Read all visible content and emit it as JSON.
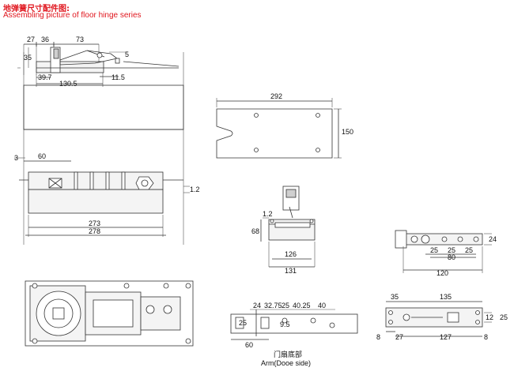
{
  "header": {
    "title_cn": "地弹簧尺寸配件图:",
    "title_en": "Assembling picture of floor hinge series"
  },
  "side_view": {
    "dims": [
      "27",
      "36",
      "73",
      "35",
      "5",
      "39.7",
      "11.5",
      "130.5"
    ]
  },
  "front_view": {
    "dims": [
      "3",
      "60",
      "1.2",
      "273",
      "278"
    ]
  },
  "cover_plate": {
    "dims": [
      "292",
      "150"
    ]
  },
  "spindle_detail": {
    "dims": [
      "1.2",
      "68",
      "126",
      "131"
    ]
  },
  "arm_top": {
    "dims": [
      "24",
      "25",
      "25",
      "25",
      "80",
      "120"
    ]
  },
  "door_bottom": {
    "dims": [
      "24",
      "32.75",
      "25",
      "40.25",
      "40",
      "25",
      "9.5",
      "60"
    ],
    "caption_cn": "门扇底部",
    "caption_en": "Arm(Dooe side)"
  },
  "arm_bottom": {
    "dims": [
      "35",
      "135",
      "12",
      "25",
      "8",
      "27",
      "127",
      "8"
    ]
  }
}
